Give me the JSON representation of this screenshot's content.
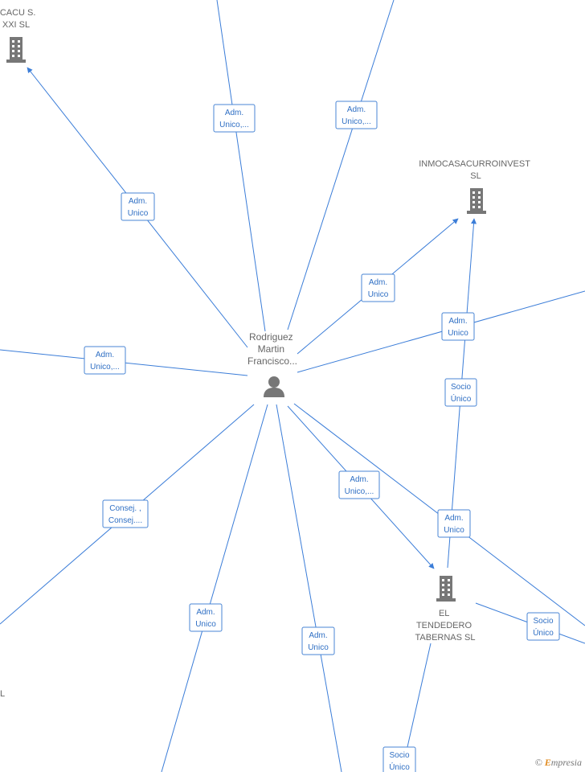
{
  "colors": {
    "edge": "#3b7dd8",
    "label_border": "#4a86d4",
    "label_text": "#2f6fc4",
    "icon": "#777777"
  },
  "person": {
    "lines": [
      "Rodriguez",
      "Martin",
      "Francisco..."
    ]
  },
  "companies": [
    {
      "id": "acacu",
      "lines": [
        "ACACU S.",
        "XXI  SL"
      ]
    },
    {
      "id": "inmocasa",
      "lines": [
        "INMOCASACURROINVEST",
        "SL"
      ]
    },
    {
      "id": "tendedero",
      "lines": [
        "EL",
        "TENDEDERO",
        "TABERNAS  SL"
      ]
    },
    {
      "id": "left-bottom",
      "lines": [
        "L"
      ]
    }
  ],
  "edge_labels": [
    {
      "id": "l1",
      "lines": [
        "Adm.",
        "Unico,..."
      ]
    },
    {
      "id": "l2",
      "lines": [
        "Adm.",
        "Unico,..."
      ]
    },
    {
      "id": "l3",
      "lines": [
        "Adm.",
        "Unico"
      ]
    },
    {
      "id": "l4",
      "lines": [
        "Adm.",
        "Unico"
      ]
    },
    {
      "id": "l5",
      "lines": [
        "Adm.",
        "Unico"
      ]
    },
    {
      "id": "l6",
      "lines": [
        "Adm.",
        "Unico,..."
      ]
    },
    {
      "id": "l7",
      "lines": [
        "Socio",
        "Único"
      ]
    },
    {
      "id": "l8",
      "lines": [
        "Adm.",
        "Unico,..."
      ]
    },
    {
      "id": "l9",
      "lines": [
        "Consej. ,",
        "Consej...."
      ]
    },
    {
      "id": "l10",
      "lines": [
        "Adm.",
        "Unico"
      ]
    },
    {
      "id": "l11",
      "lines": [
        "Adm.",
        "Unico"
      ]
    },
    {
      "id": "l12",
      "lines": [
        "Adm.",
        "Unico"
      ]
    },
    {
      "id": "l13",
      "lines": [
        "Socio",
        "Único"
      ]
    },
    {
      "id": "l14",
      "lines": [
        "Socio",
        "Único"
      ]
    }
  ],
  "watermark": {
    "copyright": "©",
    "brand_first": "E",
    "brand_rest": "mpresia"
  }
}
